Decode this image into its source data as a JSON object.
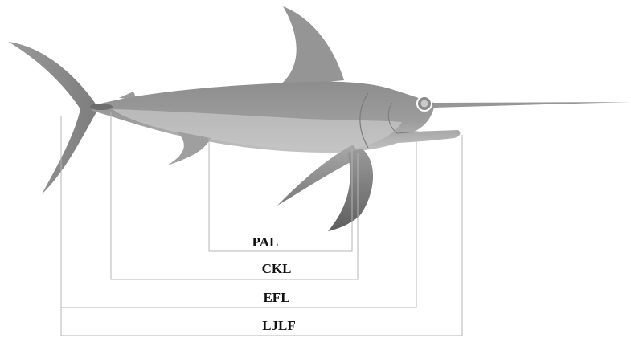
{
  "figure": {
    "subject_icon": "swordfish-illustration",
    "colors": {
      "background": "#ffffff",
      "body_dark": "#8a8a8a",
      "body_light": "#bdbdbd",
      "fin": "#939393",
      "bracket_line": "#b5b5b5",
      "label_text": "#111111"
    }
  },
  "measurements": [
    {
      "id": "pal",
      "label": "PAL"
    },
    {
      "id": "ckl",
      "label": "CKL"
    },
    {
      "id": "efl",
      "label": "EFL"
    },
    {
      "id": "ljlf",
      "label": "LJLF"
    }
  ]
}
